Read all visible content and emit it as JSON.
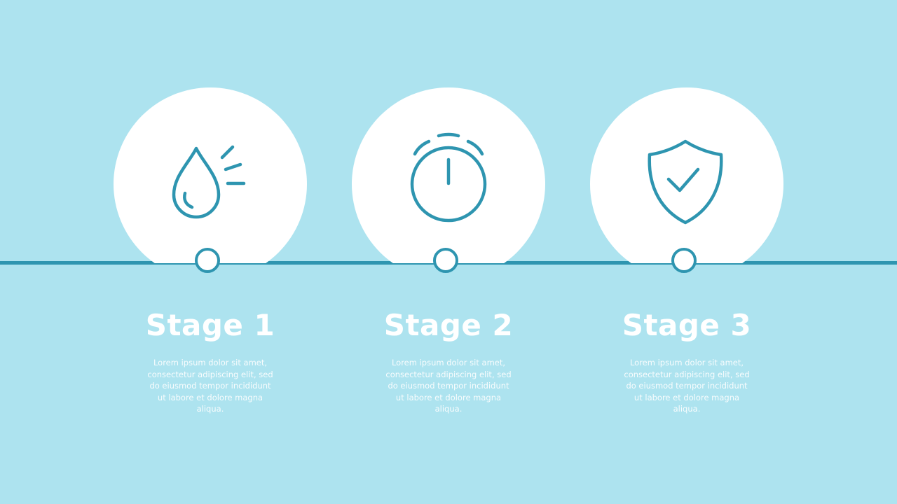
{
  "colors": {
    "background": "#ade3ef",
    "accent": "#2e95b0",
    "circle_fill": "#ffffff",
    "text": "#ffffff"
  },
  "stages": [
    {
      "title": "Stage 1",
      "icon": "water-drop-icon",
      "description": "Lorem ipsum dolor sit amet, consectetur adipiscing elit, sed do eiusmod tempor incididunt ut labore et dolore magna aliqua."
    },
    {
      "title": "Stage 2",
      "icon": "stopwatch-icon",
      "description": "Lorem ipsum dolor sit amet, consectetur adipiscing elit, sed do eiusmod tempor incididunt ut labore et dolore magna aliqua."
    },
    {
      "title": "Stage 3",
      "icon": "shield-check-icon",
      "description": "Lorem ipsum dolor sit amet, consectetur adipiscing elit, sed do eiusmod tempor incididunt ut labore et dolore magna aliqua."
    }
  ]
}
